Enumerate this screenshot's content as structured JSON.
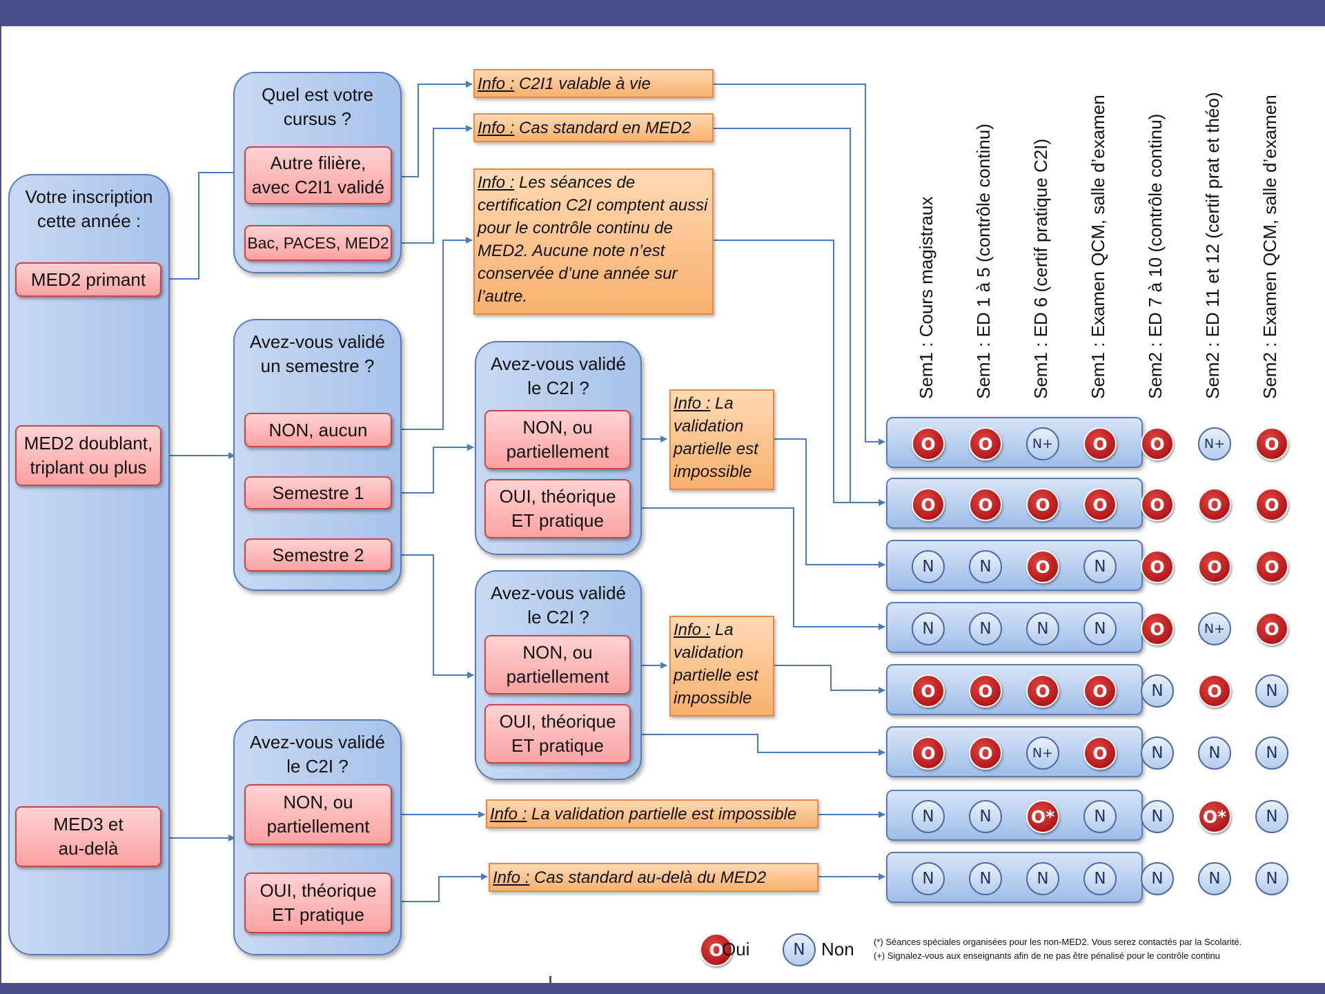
{
  "q_inscription": "Votre inscription\ncette année :",
  "opt_med2_primant": "MED2 primant",
  "opt_med2_doublant": "MED2 doublant,\ntriplant ou plus",
  "opt_med3": "MED3 et\nau-delà",
  "q_cursus": "Quel est votre\ncursus ?",
  "opt_autre_filiere": "Autre filière,\navec C2I1 validé",
  "opt_bac_paces": "Bac, PACES, MED2",
  "q_semestre": "Avez-vous validé\nun semestre ?",
  "opt_non_aucun": "NON, aucun",
  "opt_semestre1": "Semestre 1",
  "opt_semestre2": "Semestre 2",
  "q_c2i": "Avez-vous validé\nle C2I ?",
  "opt_non_partiel": "NON, ou\npartiellement",
  "opt_oui_theo": "OUI, théorique\nET pratique",
  "info_label": "Info :",
  "info_c2i1": "C2I1 valable à vie",
  "info_standard_med2": "Cas standard en MED2",
  "info_seances": "Les séances de certification C2I comptent aussi pour le contrôle continu de MED2. Aucune note n’est conservée d’une année sur l’autre.",
  "info_partielle_short": "La validation partielle est impossible",
  "info_partielle_long": "La validation partielle est impossible",
  "info_standard_beyond": "Cas standard au-delà du MED2",
  "columns": [
    "Sem1 : Cours magistraux",
    "Sem1 : ED 1 à 5 (contrôle continu)",
    "Sem1 : ED 6 (certif pratique C2I)",
    "Sem1 : Examen QCM, salle d’examen",
    "Sem2 : ED 7 à 10 (contrôle continu)",
    "Sem2 : ED 11 et 12 (certif prat et théo)",
    "Sem2 : Examen QCM, salle d’examen"
  ],
  "rows": [
    [
      "O",
      "O",
      "N+",
      "O",
      "O",
      "N+",
      "O"
    ],
    [
      "O",
      "O",
      "O",
      "O",
      "O",
      "O",
      "O"
    ],
    [
      "N",
      "N",
      "O",
      "N",
      "O",
      "O",
      "O"
    ],
    [
      "N",
      "N",
      "N",
      "N",
      "O",
      "N+",
      "O"
    ],
    [
      "O",
      "O",
      "O",
      "O",
      "N",
      "O",
      "N"
    ],
    [
      "O",
      "O",
      "N+",
      "O",
      "N",
      "N",
      "N"
    ],
    [
      "N",
      "N",
      "O*",
      "N",
      "N",
      "O*",
      "N"
    ],
    [
      "N",
      "N",
      "N",
      "N",
      "N",
      "N",
      "N"
    ]
  ],
  "legend": {
    "oui_symbol": "O",
    "oui": "Oui",
    "non_symbol": "N",
    "non": "Non"
  },
  "note_star": "(*) Séances spéciales organisées pour les non-MED2. Vous serez contactés par la Scolarité.",
  "note_plus": "(+) Signalez-vous aux enseignants afin de ne pas être pénalisé pour le contrôle continu",
  "colors": {
    "header_bar": "#4b4e8b",
    "group_fill": "#b7cdef",
    "option_fill": "#fcb4b4",
    "info_fill": "#f9bd83",
    "oui_red": "#b3191c",
    "connector": "#4a7bc0"
  }
}
